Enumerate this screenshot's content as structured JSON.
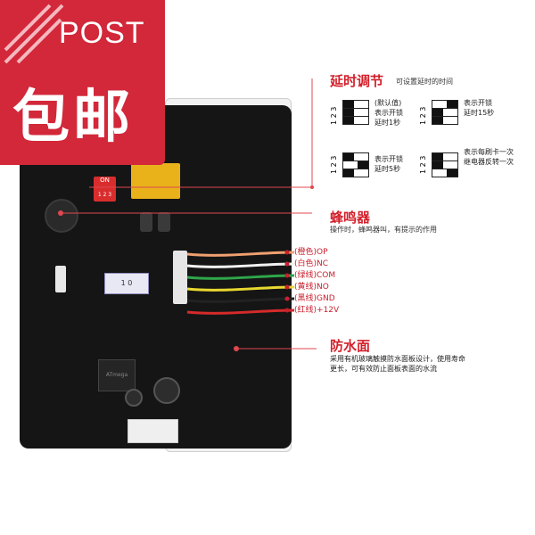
{
  "badge": {
    "top": "POST",
    "main": "包邮"
  },
  "delay": {
    "title": "延时调节",
    "subtitle": "可设置延时的时间",
    "dip_numbers": "1 2 3",
    "opt1": [
      "(默认值)",
      "表示开锁",
      "延时1秒"
    ],
    "opt2": [
      "表示开锁",
      "延时15秒"
    ],
    "opt3": [
      "表示开锁",
      "延时5秒"
    ],
    "opt4": [
      "表示每刷卡一次",
      "继电器反转一次"
    ]
  },
  "buzzer": {
    "title": "蜂鸣器",
    "desc": "操作时，蜂鸣器叫，有提示的作用"
  },
  "wires": [
    {
      "label": "(橙色)OP",
      "color": "#f0a070"
    },
    {
      "label": "(白色)NC",
      "color": "#f2f2f2"
    },
    {
      "label": "(绿线)COM",
      "color": "#2fa64a"
    },
    {
      "label": "(黄线)NO",
      "color": "#e8d830"
    },
    {
      "label": "(黑线)GND",
      "color": "#222222"
    },
    {
      "label": "(红线)+12V",
      "color": "#d62a2a"
    }
  ],
  "waterproof": {
    "title": "防水面",
    "desc": [
      "采用有机玻璃触摸防水面板设计，使用寿命",
      "更长，可有效防止面板表面的水流"
    ]
  },
  "board": {
    "dip_label": "ON",
    "dip_numbers": "1 2 3",
    "chip_text": "ATmega",
    "sticker": "1 0"
  },
  "colors": {
    "accent": "#d31f2a",
    "badge": "#d2283a",
    "board": "#151515"
  }
}
